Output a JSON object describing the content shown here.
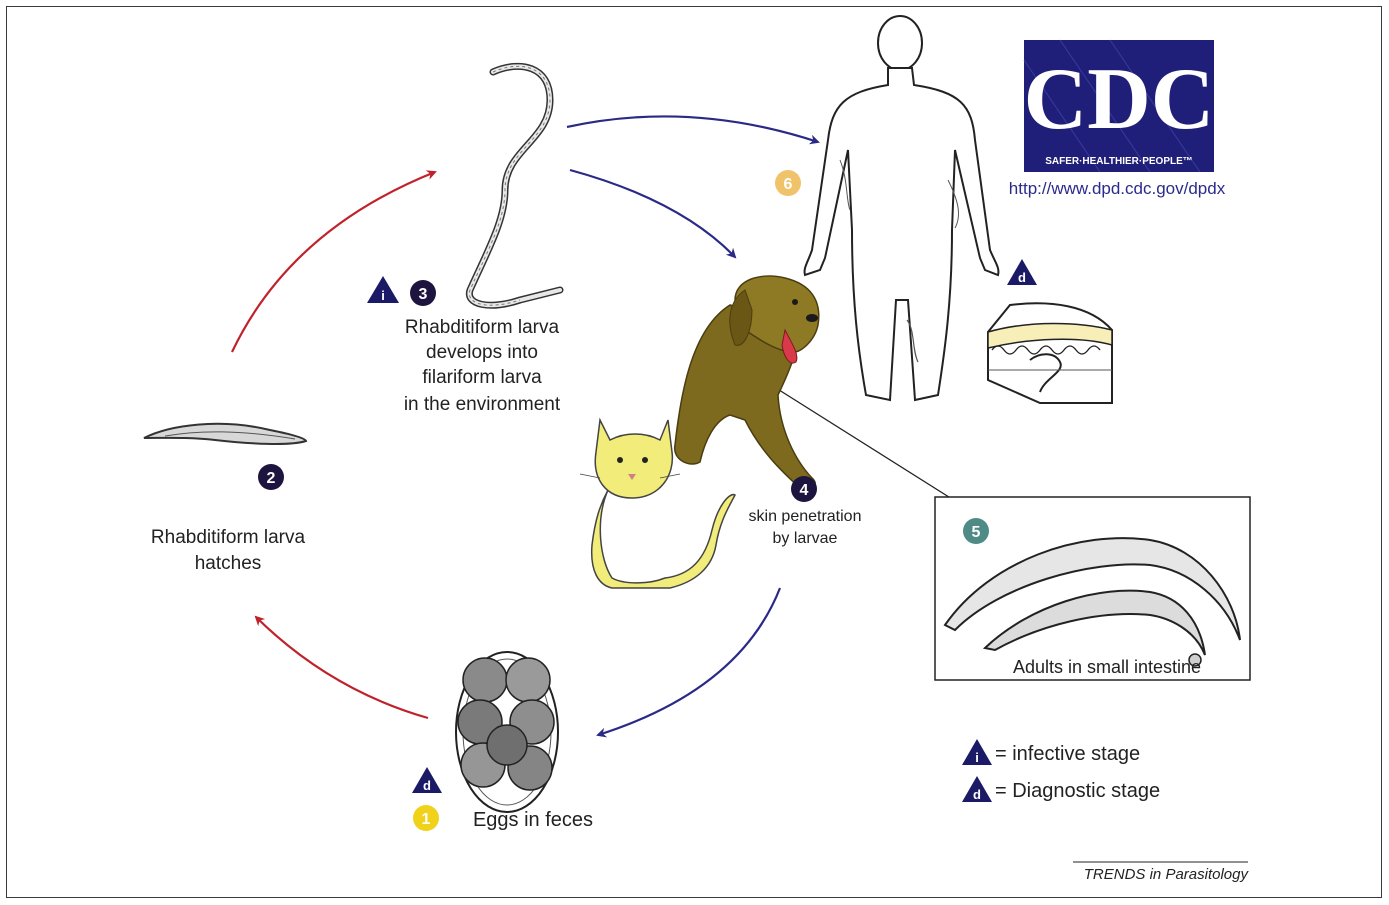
{
  "colors": {
    "navy": "#1a1a66",
    "dark_circle": "#1e1440",
    "red_arrow": "#c0222b",
    "blue_arrow": "#2a2a86",
    "stage1": "#f1d21a",
    "stage5": "#4e8a86",
    "stage6": "#f0c36a",
    "dog": "#7d6a1e",
    "cat": "#f2ec7a"
  },
  "logo": {
    "text": "CDC",
    "tagline": "SAFER·HEALTHIER·PEOPLE™",
    "url": "http://www.dpd.cdc.gov/dpdx"
  },
  "stages": {
    "s1": {
      "number": "1",
      "label": "Eggs in feces"
    },
    "s2": {
      "number": "2",
      "label_lines": [
        "Rhabditiform larva",
        "hatches"
      ]
    },
    "s3": {
      "number": "3",
      "label_lines": [
        "Rhabditiform larva",
        "develops into",
        "filariform larva",
        "in the environment"
      ]
    },
    "s4": {
      "number": "4",
      "label_lines": [
        "skin penetration",
        "by larvae"
      ]
    },
    "s5": {
      "number": "5",
      "label": "Adults in small intestine"
    },
    "s6": {
      "number": "6"
    }
  },
  "badges": {
    "infective": "i",
    "diagnostic": "d"
  },
  "legend": {
    "infective": "= infective stage",
    "diagnostic": "= Diagnostic stage"
  },
  "credit": "TRENDS in Parasitology"
}
